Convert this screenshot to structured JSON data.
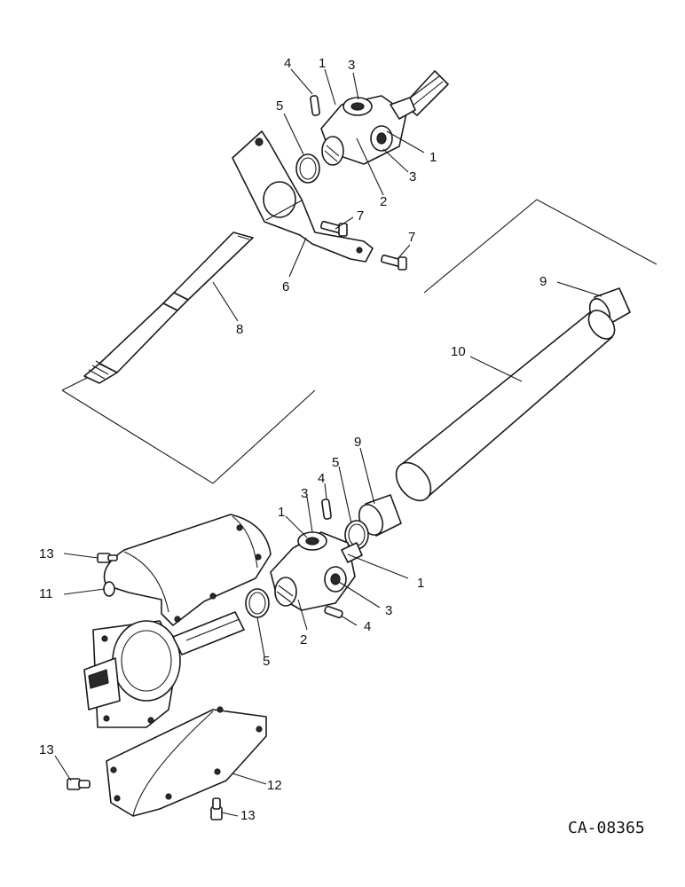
{
  "callouts": {
    "c1": "1",
    "c2": "2",
    "c3": "3",
    "c4": "4",
    "c5": "5",
    "c6": "6",
    "c7": "7",
    "c8": "8",
    "c9": "9",
    "c10": "10",
    "c11": "11",
    "c12": "12",
    "c13": "13"
  },
  "reference_code": "CA-08365"
}
